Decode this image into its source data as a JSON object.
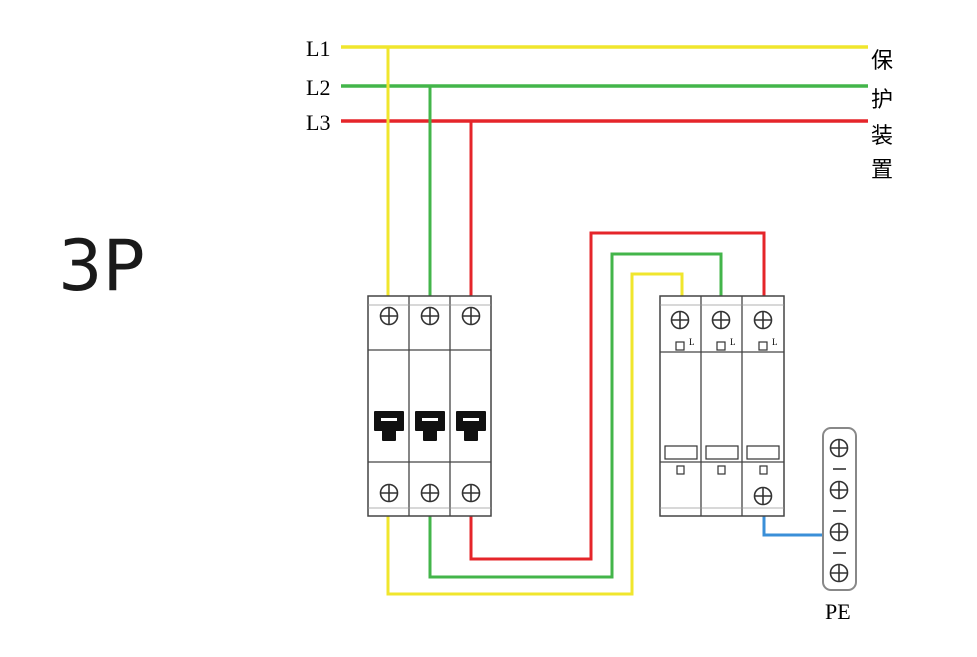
{
  "title": "3P",
  "lines": [
    {
      "label": "L1",
      "color": "#f0e62d"
    },
    {
      "label": "L2",
      "color": "#43b54a"
    },
    {
      "label": "L3",
      "color": "#e5252a"
    }
  ],
  "device_label_chars": [
    "保",
    "护",
    "装",
    "置"
  ],
  "pe_label": "PE",
  "spd_terminal_mark": "L",
  "colors": {
    "ground": "#3a8fd8",
    "outline": "#444444",
    "handle": "#111111"
  }
}
